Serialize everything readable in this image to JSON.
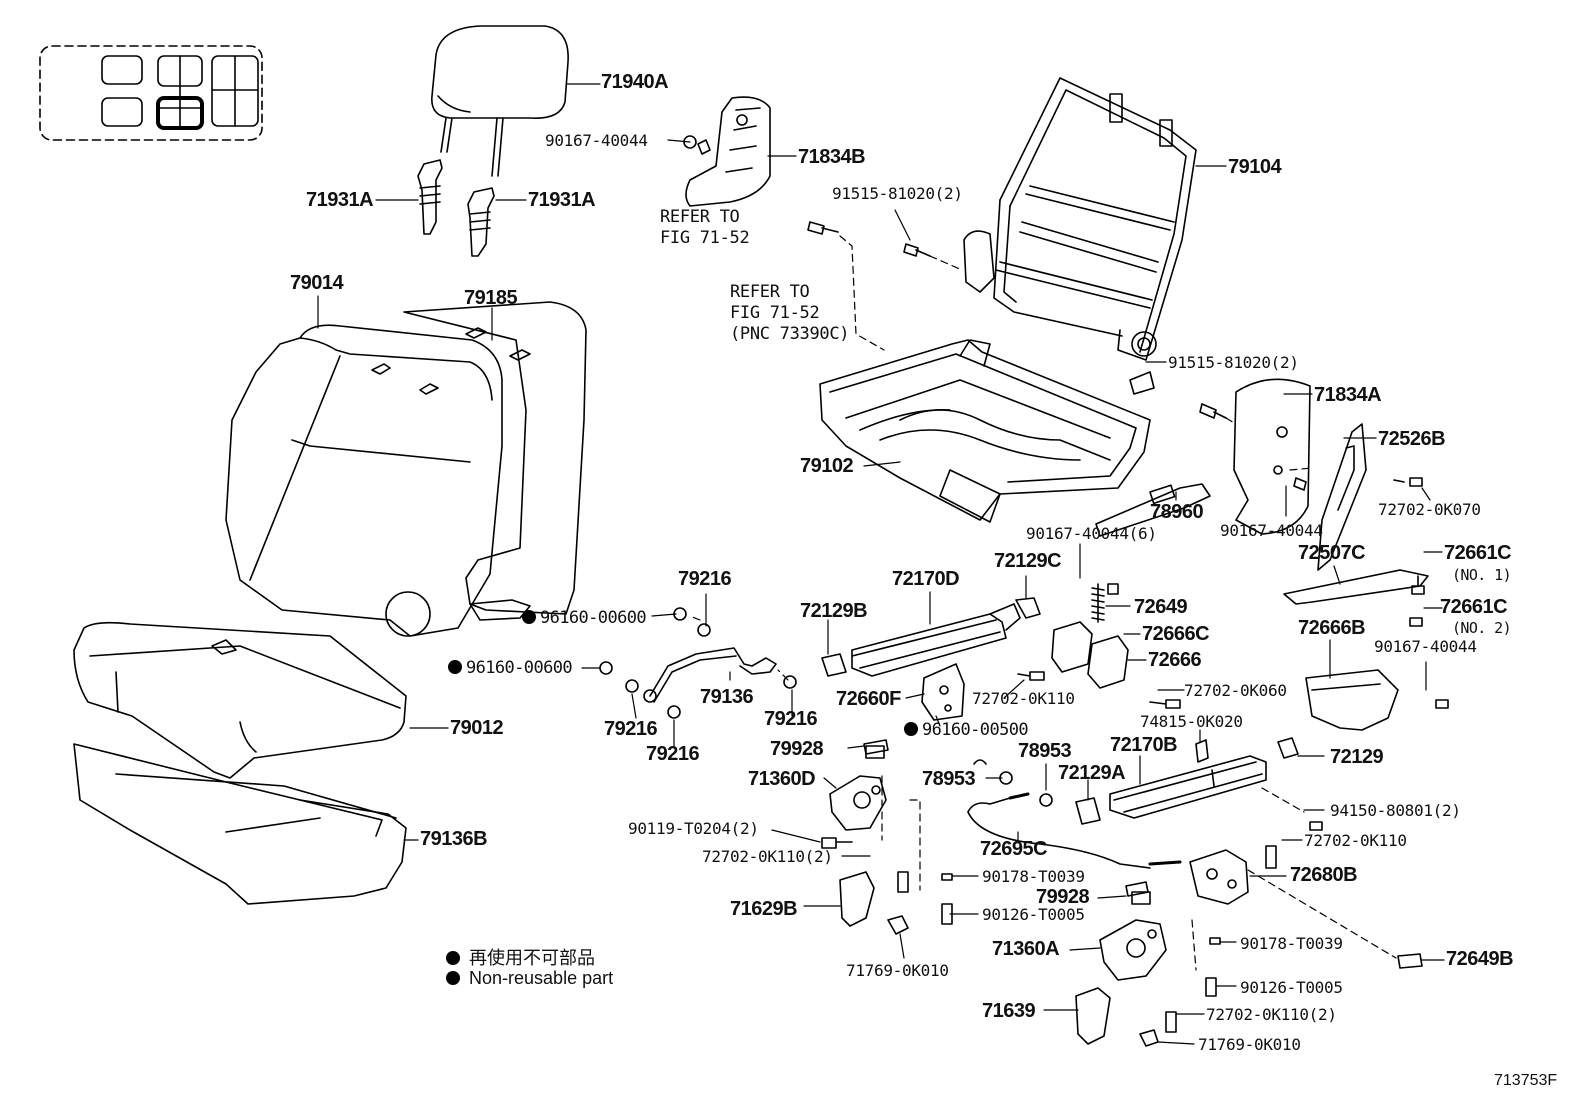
{
  "parts": {
    "p71940A": "71940A",
    "p90167_top": "90167-40044",
    "p71834B": "71834B",
    "p71931A_l": "71931A",
    "p71931A_r": "71931A",
    "p91515_top": "91515-81020(2)",
    "p79104": "79104",
    "p79014": "79014",
    "p79185": "79185",
    "p91515_bot": "91515-81020(2)",
    "p71834A": "71834A",
    "p72526B": "72526B",
    "p79102": "79102",
    "p78960": "78960",
    "p90167_mid": "90167-40044",
    "p72702_0K070": "72702-0K070",
    "p90167_6": "90167-40044(6)",
    "p72129C": "72129C",
    "p72507C": "72507C",
    "p72661C_1": "72661C",
    "p72661C_1n": "(NO. 1)",
    "p72661C_2": "72661C",
    "p72661C_2n": "(NO. 2)",
    "p79216_a": "79216",
    "p72170D": "72170D",
    "p96160_00600_a": "96160-00600",
    "p72129B": "72129B",
    "p72649": "72649",
    "p72666C": "72666C",
    "p72666B": "72666B",
    "p72666": "72666",
    "p90167_right": "90167-40044",
    "p96160_00600_b": "96160-00600",
    "p79136": "79136",
    "p72660F": "72660F",
    "p72702_0K110_a": "72702-0K110",
    "p72702_0K060": "72702-0K060",
    "p79216_b": "79216",
    "p79216_c": "79216",
    "p79012": "79012",
    "p79216_d": "79216",
    "p96160_00500": "96160-00500",
    "p74815": "74815-0K020",
    "p79928_a": "79928",
    "p78953_a": "78953",
    "p72170B": "72170B",
    "p72129": "72129",
    "p71360D": "71360D",
    "p78953_b": "78953",
    "p72129A": "72129A",
    "p94150": "94150-80801(2)",
    "p90119": "90119-T0204(2)",
    "p79136B": "79136B",
    "p72702_0K110_b": "72702-0K110",
    "p72702_0K110_2a": "72702-0K110(2)",
    "p72695C": "72695C",
    "p90178_a": "90178-T0039",
    "p72680B": "72680B",
    "p79928_b": "79928",
    "p71629B": "71629B",
    "p90126_a": "90126-T0005",
    "p71360A": "71360A",
    "p90178_b": "90178-T0039",
    "p72649B": "72649B",
    "p71769_a": "71769-0K010",
    "p90126_b": "90126-T0005",
    "p71639": "71639",
    "p72702_0K110_2b": "72702-0K110(2)",
    "p71769_b": "71769-0K010"
  },
  "refer": {
    "r1_line1": "REFER TO",
    "r1_line2": "FIG 71-52",
    "r2_line1": "REFER TO",
    "r2_line2": "FIG 71-52",
    "r2_line3": "(PNC 73390C)"
  },
  "legend": {
    "jp": "再使用不可部品",
    "en": "Non-reusable part"
  },
  "figure_id": "713753F"
}
